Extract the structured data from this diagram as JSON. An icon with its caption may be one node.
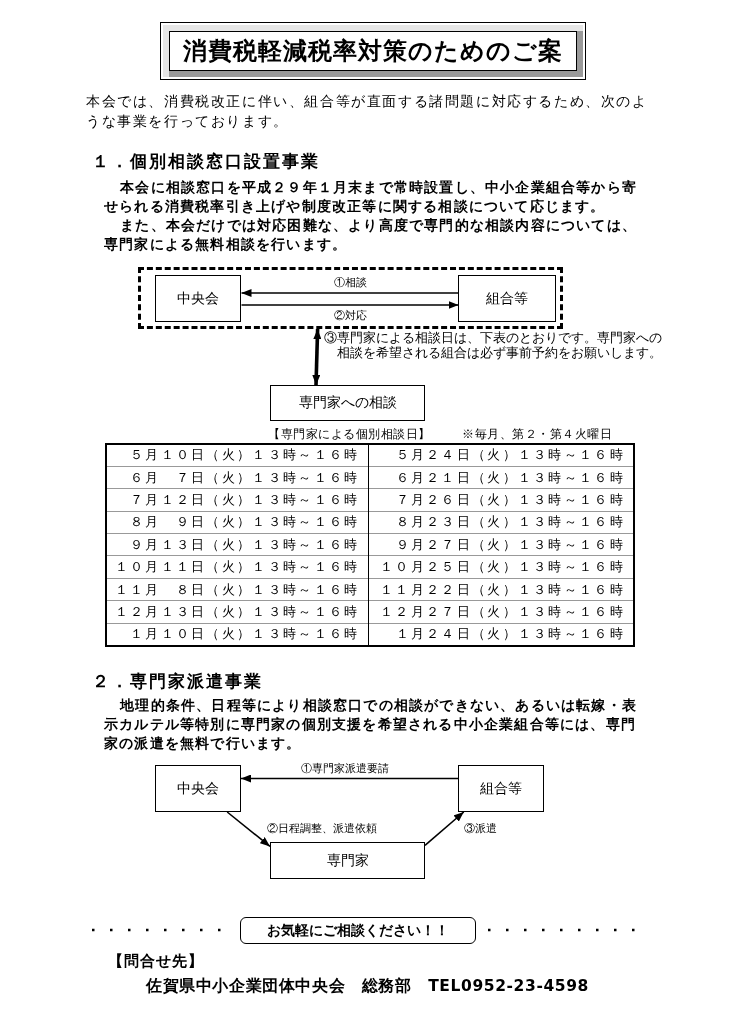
{
  "diagram": {
    "title": "消費税軽減税率対策のためのご案",
    "nodes": [
      {
        "text": [],
        "shape": "box"
      },
      {
        "text": [
          "中央会"
        ],
        "in": 0
      },
      {
        "text": [
          "組合等"
        ],
        "in": 0
      },
      {
        "text": [
          "専門家への相談"
        ]
      },
      {
        "text": [
          "中央会"
        ]
      },
      {
        "text": [
          "組合等"
        ]
      },
      {
        "text": [
          "専門家"
        ]
      },
      {
        "text": [
          "お気軽にご相談ください！！"
        ]
      }
    ],
    "edges": [
      {
        "from": 2,
        "to": 1,
        "arrow": "to",
        "label": "①相談"
      },
      {
        "from": 1,
        "to": 2,
        "arrow": "to",
        "label": "②対応"
      },
      {
        "from": 0,
        "to": 3,
        "arrow": "both",
        "style": "thick",
        "label": "③専門家による相談日は、下表のとおりです。専門家への相談を希望される組合は必ず事前予約をお願いします。"
      },
      {
        "from": 5,
        "to": 4,
        "arrow": "to",
        "label": "①専門家派遣要請"
      },
      {
        "from": 4,
        "to": 6,
        "arrow": "to",
        "label": "②日程調整、派遣依頼"
      },
      {
        "from": 6,
        "to": 5,
        "arrow": "to",
        "label": "③派遣"
      }
    ],
    "labels": [
      "本会では、消費税改正に伴い、組合等が直面する諸問題に対応するため、次のような事業を行っております。",
      "１．個別相談窓口設置事業",
      "本会に相談窓口を平成２９年１月末まで常時設置し、中小企業組合等から寄せられる消費税率引き上げや制度改正等に関する相談について応じます。",
      "また、本会だけでは対応困難な、より高度で専門的な相談内容については、専門家による無料相談を行います。",
      "【専門家による個別相談日】",
      "※毎月、第２・第４火曜日",
      "５月１０日（火）１３時～１６時",
      "５月２４日（火）１３時～１６時",
      "６月　７日（火）１３時～１６時",
      "６月２１日（火）１３時～１６時",
      "７月１２日（火）１３時～１６時",
      "７月２６日（火）１３時～１６時",
      "８月　９日（火）１３時～１６時",
      "８月２３日（火）１３時～１６時",
      "９月１３日（火）１３時～１６時",
      "９月２７日（火）１３時～１６時",
      "１０月１１日（火）１３時～１６時",
      "１０月２５日（火）１３時～１６時",
      "１１月　８日（火）１３時～１６時",
      "１１月２２日（火）１３時～１６時",
      "１２月１３日（火）１３時～１６時",
      "１２月２７日（火）１３時～１６時",
      "１月１０日（火）１３時～１６時",
      "１月２４日（火）１３時～１６時",
      "２．専門家派遣事業",
      "地理的条件、日程等により相談窓口での相談ができない、あるいは転嫁・表示カルテル等特別に専門家の個別支援を希望される中小企業組合等には、専門家の派遣を無料で行います。",
      "【問合せ先】",
      "佐賀県中小企業団体中央会　総務部　TEL0952-23-4598"
    ]
  }
}
